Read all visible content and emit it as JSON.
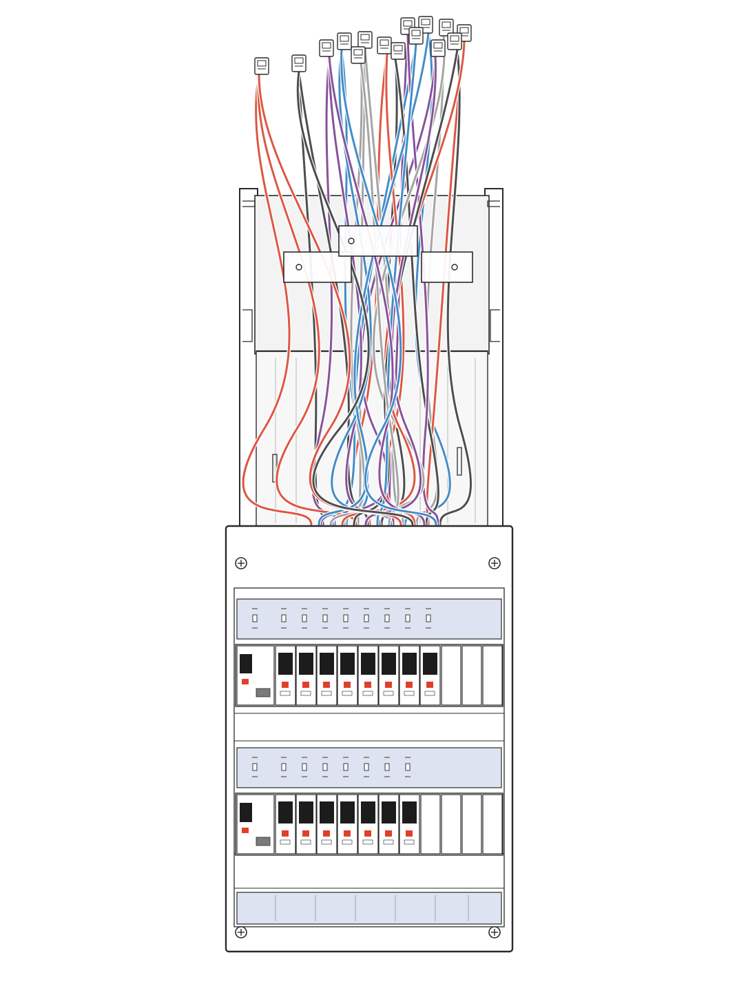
{
  "illustration": {
    "subject": "",
    "style": "pencil-sketch"
  },
  "palette": {
    "ink": "#2a2a2a",
    "wire_red": "#d9452f",
    "wire_blue": "#2f7fc0",
    "wire_dark": "#3a3a3a",
    "wire_purple": "#7a3f8f",
    "wire_white": "#9a9a9a",
    "label_strip": "#dde3f0",
    "handle": "#1c1c1c",
    "indicator": "#e0402a",
    "panel": "#ffffff",
    "chassis": "#f1f1f1"
  },
  "panel": {
    "rows": [
      {
        "id": "row-1",
        "label_marks": 9,
        "main_switch": true,
        "breakers": 8,
        "blanks": 3
      },
      {
        "id": "row-2",
        "label_marks": 8,
        "main_switch": true,
        "breakers": 7,
        "blanks": 4
      }
    ],
    "screws": [
      "top-left",
      "top-right",
      "bottom-left",
      "bottom-right"
    ],
    "bottom_label_strip": true
  },
  "wiring": {
    "connectors": 15,
    "wires": 34,
    "cable_clamps": 3
  }
}
